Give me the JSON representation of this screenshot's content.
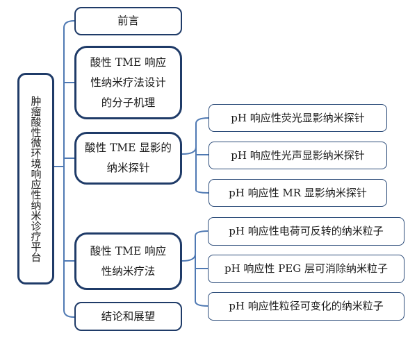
{
  "root": {
    "label": "肿瘤酸性微环境响应性纳米诊疗平台"
  },
  "sections": [
    {
      "label": "前言"
    },
    {
      "label_lines": [
        "酸性 TME 响应",
        "性纳米疗法设计",
        "的分子机理"
      ]
    },
    {
      "label_lines": [
        "酸性 TME 显影的",
        "纳米探针"
      ],
      "children": [
        {
          "label": "pH 响应性荧光显影纳米探针"
        },
        {
          "label": "pH 响应性光声显影纳米探针"
        },
        {
          "label": "pH 响应性 MR 显影纳米探针"
        }
      ]
    },
    {
      "label_lines": [
        "酸性 TME 响应",
        "性纳米疗法"
      ],
      "children": [
        {
          "label": "pH 响应性电荷可反转的纳米粒子"
        },
        {
          "label": "pH 响应性 PEG 层可消除纳米粒子"
        },
        {
          "label": "pH 响应性粒径可变化的纳米粒子"
        }
      ]
    },
    {
      "label": "结论和展望"
    }
  ],
  "colors": {
    "box_border": "#1f3b68",
    "connector": "#4f79b3"
  }
}
